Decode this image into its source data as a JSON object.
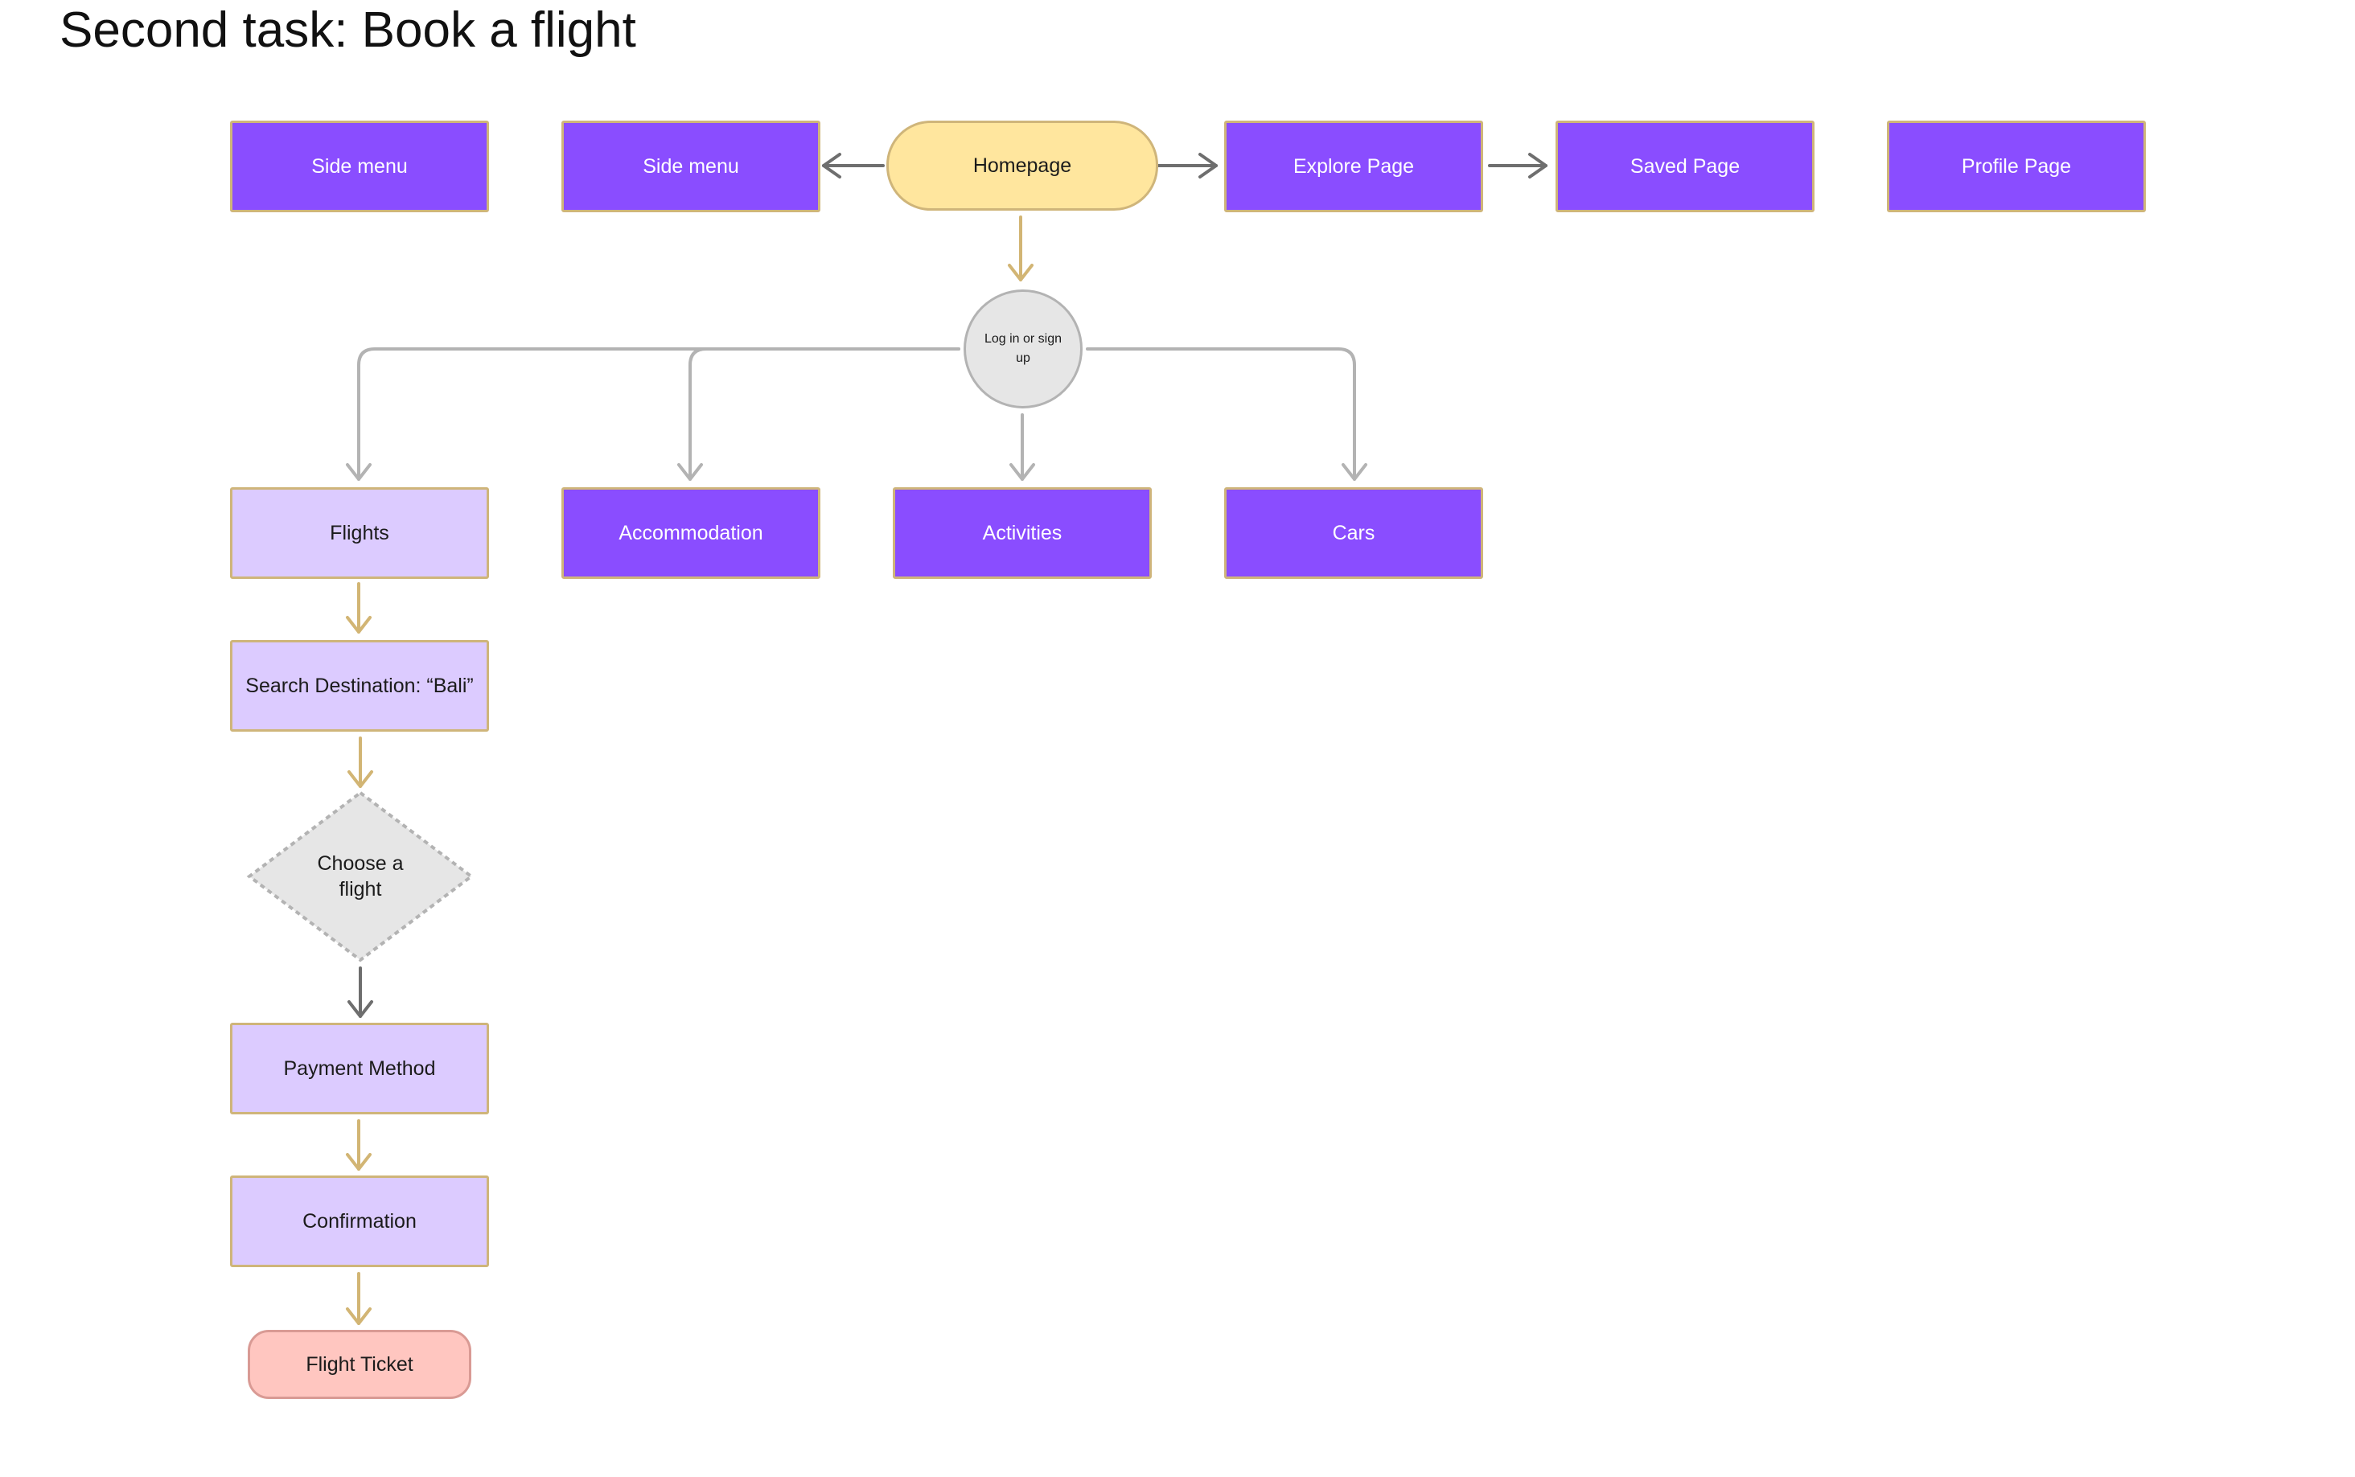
{
  "title": "Second task: Book a flight",
  "nodes": {
    "side_menu_1": "Side menu",
    "side_menu_2": "Side menu",
    "homepage": "Homepage",
    "explore_page": "Explore Page",
    "saved_page": "Saved Page",
    "profile_page": "Profile Page",
    "login": "Log in or sign up",
    "flights": "Flights",
    "accommodation": "Accommodation",
    "activities": "Activities",
    "cars": "Cars",
    "search_destination": "Search Destination: “Bali”",
    "choose_flight": "Choose a flight",
    "payment_method": "Payment Method",
    "confirmation": "Confirmation",
    "flight_ticket": "Flight Ticket"
  },
  "colors": {
    "primary_box": "#8a4dff",
    "secondary_box": "#dccbff",
    "start_terminal": "#ffe69e",
    "end_terminal": "#ffc6c0",
    "decision": "#e6e6e6",
    "border": "#cfb57a",
    "arrow_gold": "#d2b574",
    "arrow_dark": "#6e6e6e",
    "arrow_gray": "#b3b3b3"
  }
}
